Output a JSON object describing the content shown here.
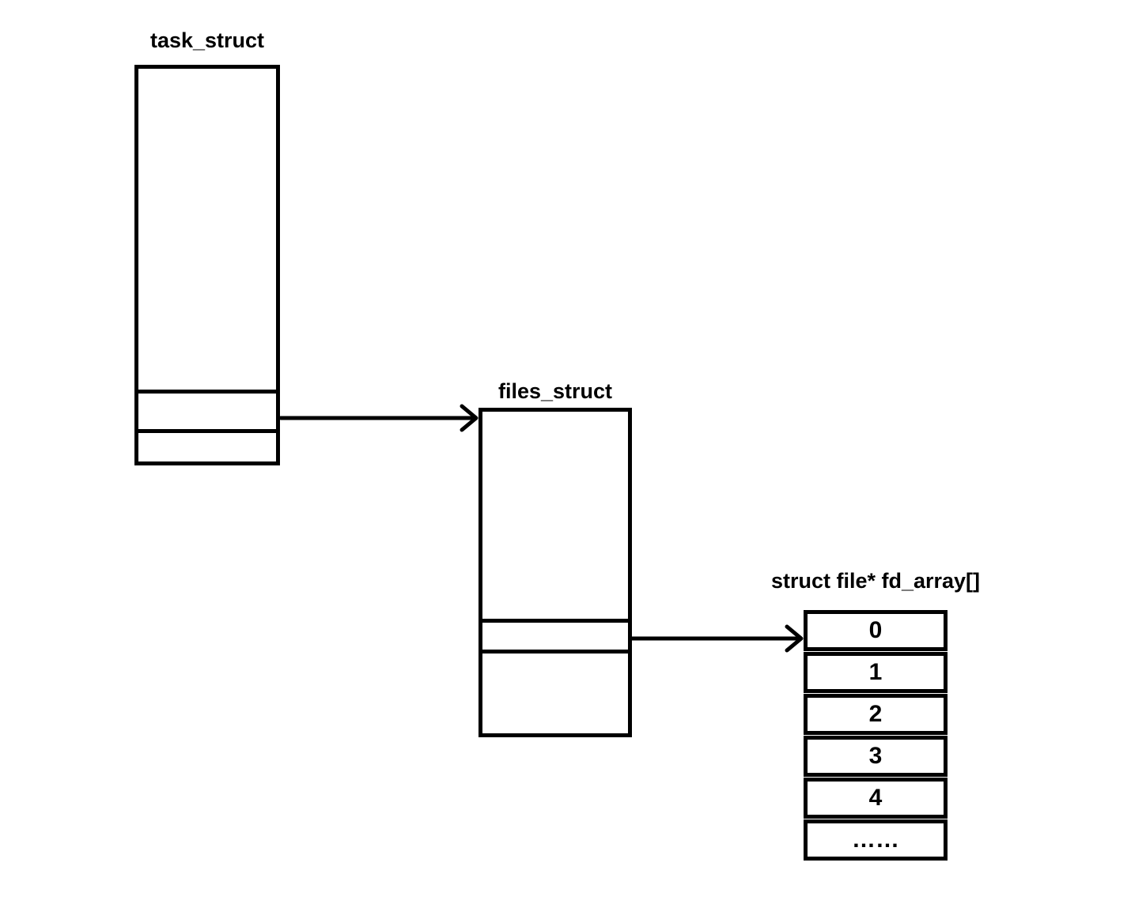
{
  "page": {
    "background_color": "#ffffff",
    "stroke_color": "#000000"
  },
  "diagram": {
    "task_struct": {
      "title": "task_struct"
    },
    "files_struct": {
      "title": "files_struct"
    },
    "fd_array": {
      "title": "struct file* fd_array[]",
      "rows": [
        "0",
        "1",
        "2",
        "3",
        "4",
        "……"
      ]
    },
    "arrows": [
      {
        "name": "task-struct-to-files-struct"
      },
      {
        "name": "files-struct-to-fd-array"
      }
    ]
  }
}
